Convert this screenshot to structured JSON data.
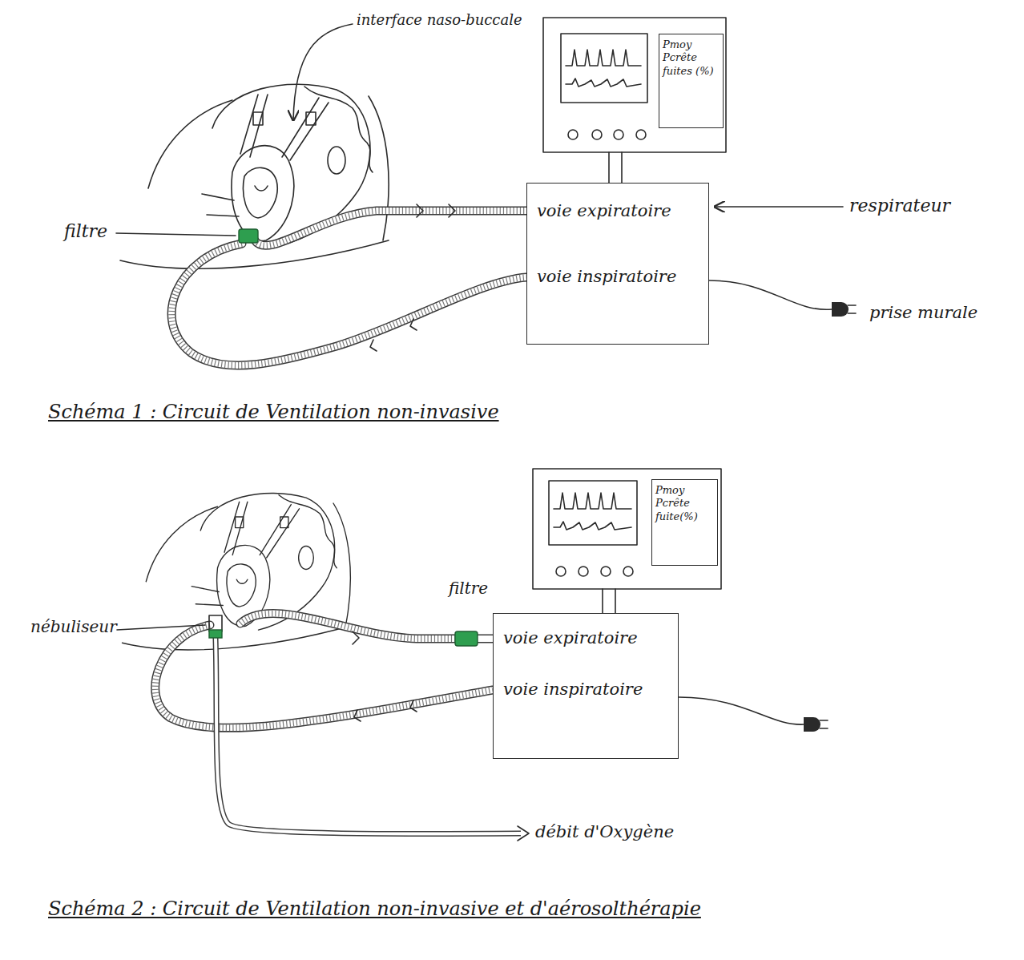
{
  "diagram": {
    "nodes": [
      {
        "text": [
          "Pmoy Pcrête fuites (%)"
        ]
      },
      {
        "text": [
          "voie expiratoire",
          "voie inspiratoire"
        ]
      },
      {
        "text": [
          "Pmoy Pcrête fuite(%)"
        ]
      },
      {
        "text": [
          "voie expiratoire",
          "voie inspiratoire"
        ]
      }
    ],
    "labels": [
      "interface naso-buccale",
      "filtre",
      "respirateur",
      "prise murale",
      "Schéma 1 : Circuit de Ventilation non-invasive",
      "nébuliseur",
      "filtre",
      "débit d'Oxygène",
      "Schéma 2 : Circuit de Ventilation non-invasive et d'aérosolthérapie"
    ]
  }
}
